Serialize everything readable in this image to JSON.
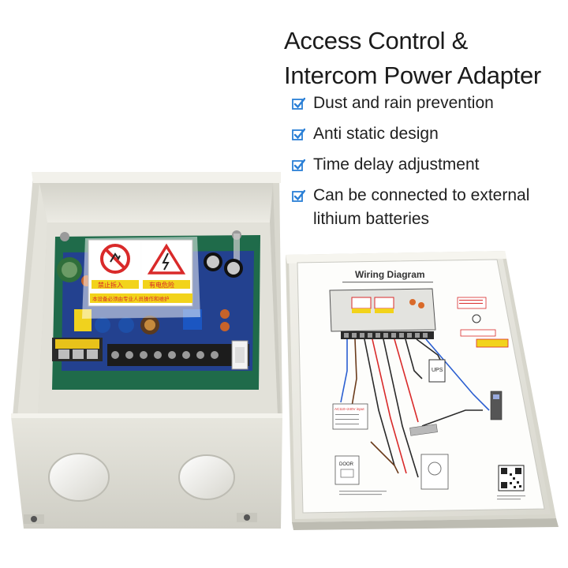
{
  "title": {
    "line1": "Access Control &",
    "line2": "Intercom Power Adapter"
  },
  "features": [
    {
      "text": "Dust and rain prevention",
      "icon": "checkbox-checked-icon"
    },
    {
      "text": "Anti static design",
      "icon": "checkbox-checked-icon"
    },
    {
      "text": "Time delay adjustment",
      "icon": "checkbox-checked-icon"
    },
    {
      "text": "Can be connected to external lithium batteries",
      "icon": "checkbox-checked-icon"
    }
  ],
  "lid": {
    "heading": "Wiring Diagram",
    "labels": {
      "ups": "UPS",
      "ac_input": "AC110~240V input",
      "door": "DOOR"
    }
  },
  "board": {
    "warning_left": "禁止拆入",
    "warning_right": "有电危险",
    "notice": "本设备必须由专业人员操作和维护"
  },
  "colors": {
    "housing": "#e9e8e0",
    "housing_shadow": "#c9c8bf",
    "pcb": "#1f6b4a",
    "warning_red": "#d92a2a",
    "warning_yellow": "#f2d31b",
    "check_blue": "#2a7fd6"
  }
}
